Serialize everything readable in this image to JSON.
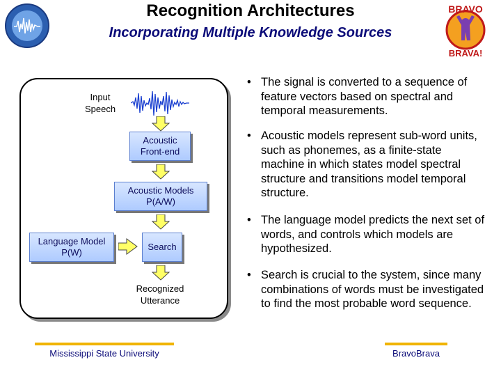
{
  "header": {
    "title": "Recognition Architectures",
    "subtitle": "Incorporating Multiple Knowledge Sources"
  },
  "logos": {
    "left": "institute-seal-logo",
    "right": "bravo-brava-logo",
    "right_top_text": "BRAVO",
    "right_bottom_text": "BRAVA!"
  },
  "diagram": {
    "input_label_line1": "Input",
    "input_label_line2": "Speech",
    "acoustic_frontend_line1": "Acoustic",
    "acoustic_frontend_line2": "Front-end",
    "acoustic_models_line1": "Acoustic Models",
    "acoustic_models_line2": "P(A/W)",
    "language_model_line1": "Language Model",
    "language_model_line2": "P(W)",
    "search": "Search",
    "recognized_line1": "Recognized",
    "recognized_line2": "Utterance"
  },
  "bullets": [
    "The signal is converted to a sequence of feature vectors based on spectral and temporal measurements.",
    "Acoustic models represent sub-word units, such as phonemes, as a finite-state machine in which states model spectral structure and transitions model temporal structure.",
    "The language model predicts the next set of words, and controls which models are hypothesized.",
    "Search is crucial to the system, since many combinations of words must be investigated to find the most probable word sequence."
  ],
  "footer": {
    "left": "Mississippi State University",
    "right": "BravoBrava"
  },
  "colors": {
    "subtitle": "#0a0a78",
    "box_fill": "#c2d8ff",
    "arrow_fill": "#ffff66",
    "waveform": "#1a3fd0",
    "footer_bar": "#f0b400"
  }
}
